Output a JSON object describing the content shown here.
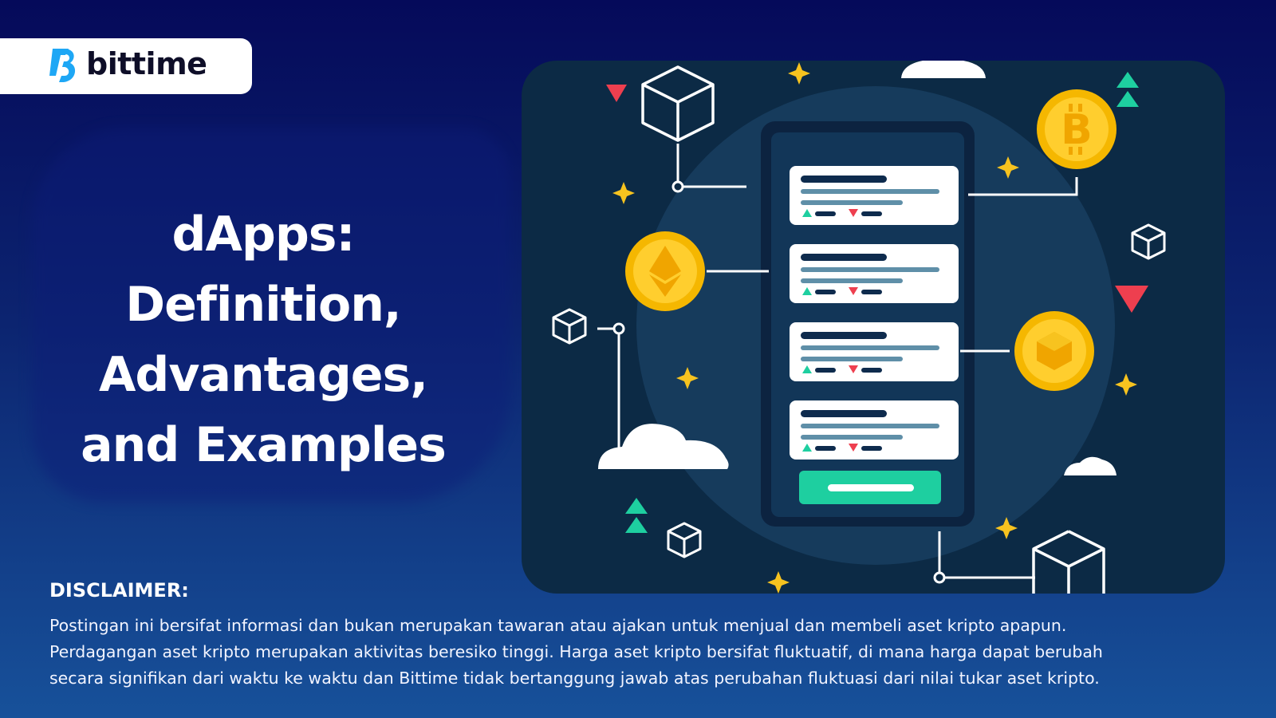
{
  "brand": {
    "name": "bittime",
    "mark_color": "#1ea7f5"
  },
  "title": {
    "lines": [
      "dApps:",
      "Definition,",
      "Advantages,",
      "and Examples"
    ]
  },
  "disclaimer": {
    "heading": "DISCLAIMER:",
    "lines": [
      "Postingan ini bersifat informasi dan bukan merupakan tawaran atau ajakan untuk menjual dan membeli aset kripto apapun.",
      "Perdagangan aset kripto merupakan aktivitas beresiko tinggi. Harga aset kripto bersifat fluktuatif, di mana harga dapat berubah",
      "secara signifikan dari waktu ke waktu dan Bittime tidak bertanggung jawab atas perubahan fluktuasi dari nilai tukar aset kripto."
    ]
  },
  "illustration": {
    "icons": [
      "phone-icon",
      "bitcoin-coin-icon",
      "ethereum-coin-icon",
      "coin-icon",
      "cube-icon",
      "cloud-icon",
      "star-icon",
      "triangle-up-icon",
      "triangle-down-icon"
    ],
    "colors": {
      "background": "#0c2a45",
      "circle": "#163b5c",
      "coin": "#f5b700",
      "green": "#1ecfa0",
      "red": "#ee3f4f",
      "star": "#f7c31f"
    }
  }
}
